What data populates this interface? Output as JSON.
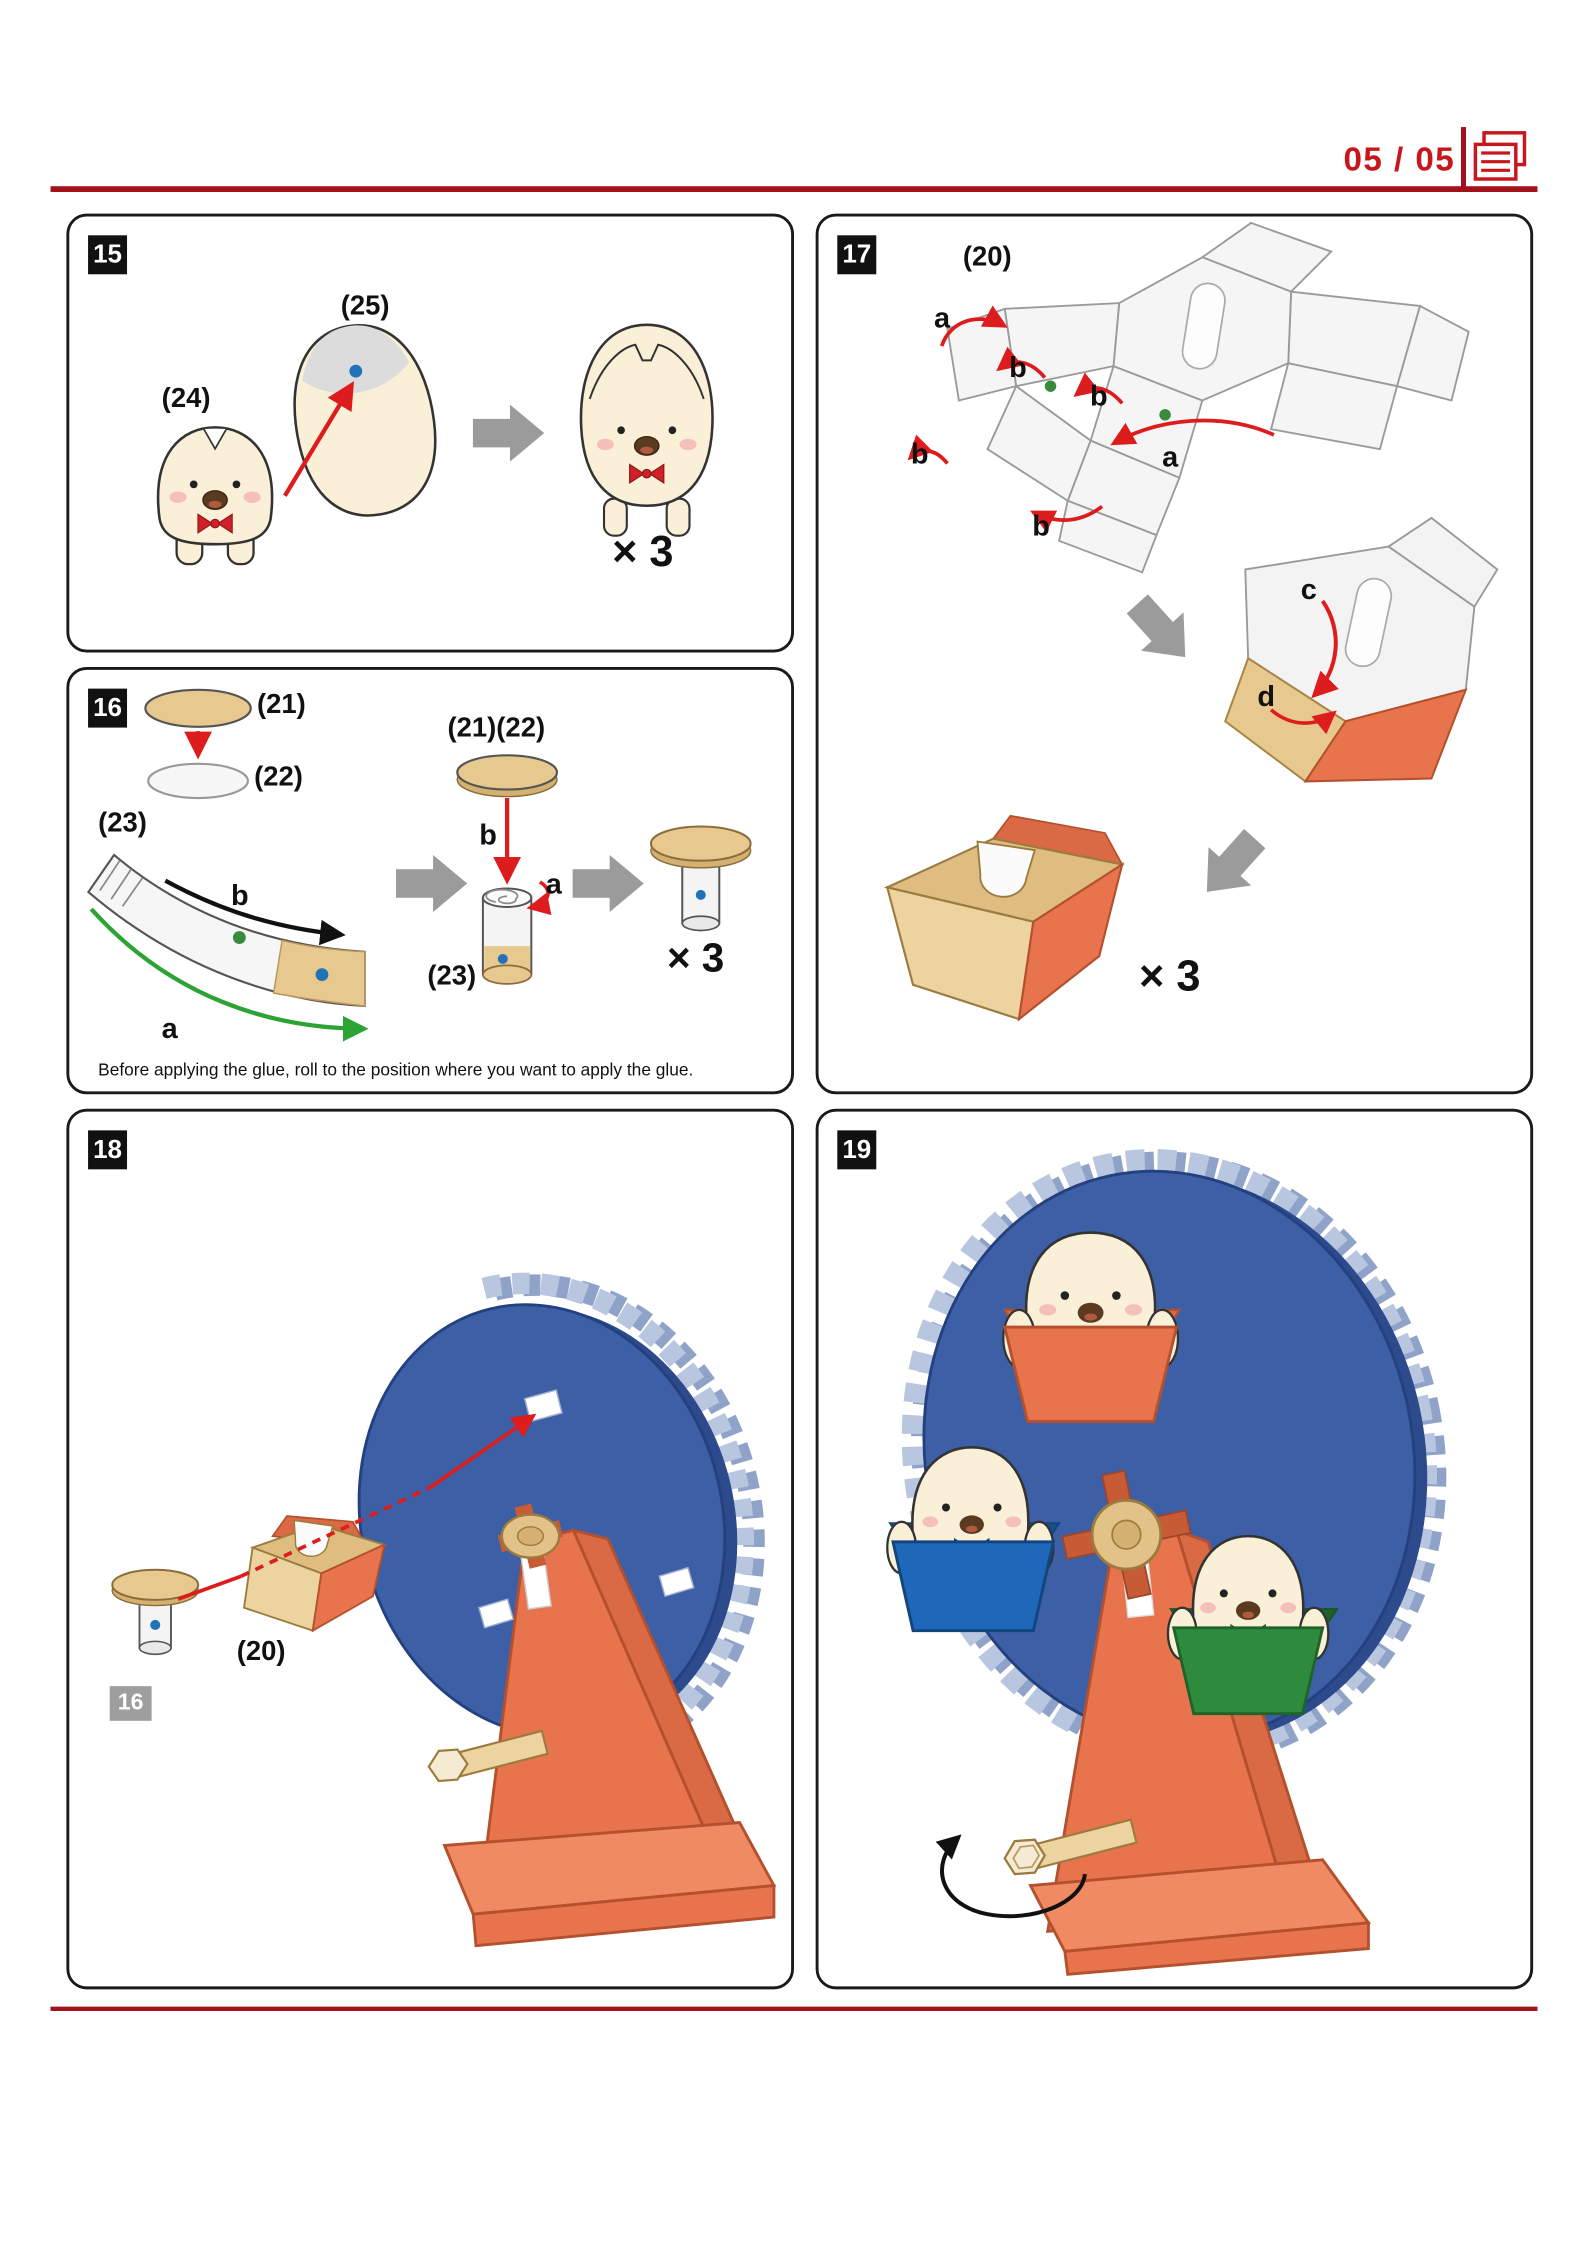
{
  "page": {
    "indicator": "05 / 05",
    "icon": "pages-icon"
  },
  "colors": {
    "accent_red": "#c8161d",
    "arrow_red": "#dd1d1d",
    "block_arrow_gray": "#9b9b9b",
    "wheel_blue": "#3d5fa5",
    "wheel_teeth": "#b9c6e0",
    "stand_orange": "#e8744d",
    "cream": "#faf0d8",
    "tan": "#e3c288",
    "gondola_blue": "#1f67b8",
    "gondola_green": "#2e8b3d",
    "glue_dot_blue": "#2272b8",
    "glue_dot_green": "#3a8a3c"
  },
  "steps": {
    "s15": {
      "number": "15",
      "part24": "(24)",
      "part25": "(25)",
      "multiplier": "× 3"
    },
    "s16": {
      "number": "16",
      "part21": "(21)",
      "part22": "(22)",
      "part23": "(23)",
      "part2122": "(21)(22)",
      "part23b": "(23)",
      "letter_b": "b",
      "letter_a": "a",
      "letter_b2": "b",
      "letter_a2": "a",
      "multiplier": "× 3",
      "caption": "Before applying the glue, roll to the position where you want to apply the glue."
    },
    "s17": {
      "number": "17",
      "part20": "(20)",
      "letter_a1": "a",
      "letter_b1": "b",
      "letter_b2": "b",
      "letter_b3": "b",
      "letter_b4": "b",
      "letter_a2": "a",
      "letter_c": "c",
      "letter_d": "d",
      "multiplier": "× 3"
    },
    "s18": {
      "number": "18",
      "part20": "(20)",
      "ref_step": "16"
    },
    "s19": {
      "number": "19"
    }
  }
}
